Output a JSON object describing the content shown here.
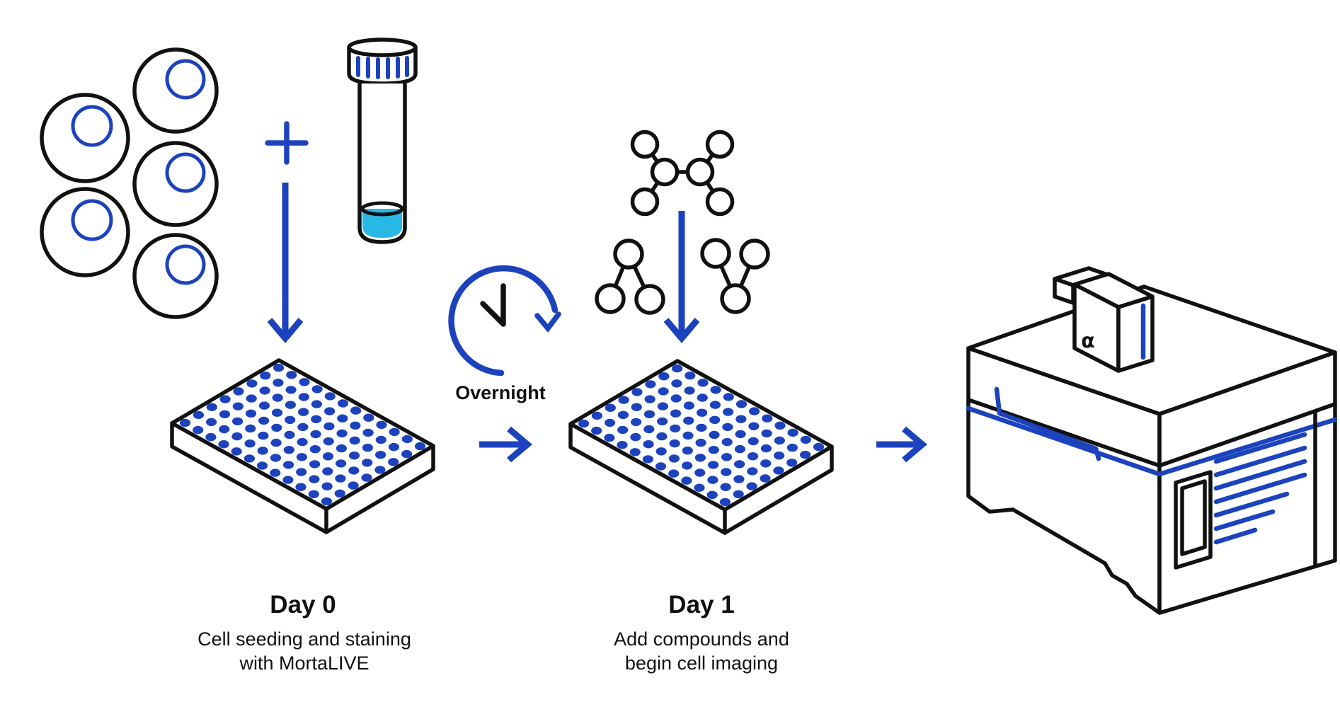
{
  "diagram": {
    "background": "#ffffff",
    "colors": {
      "blue": "#1c43bd",
      "cyan": "#29b7e6",
      "ink": "#111111"
    },
    "plate": {
      "rows": 8,
      "cols": 12
    },
    "overnight": {
      "label": "Overnight"
    },
    "machine": {
      "badge_glyph": "α"
    },
    "icons": {
      "cells": "cell-cluster-icon",
      "plus": "plus-icon",
      "tube": "reagent-tube-icon",
      "clock": "overnight-clock-icon",
      "molecules": "compound-molecules-icon",
      "plate": "96-well-plate-icon",
      "machine": "imaging-instrument-icon",
      "arrow": "arrow-icon"
    },
    "steps": [
      {
        "title": "Day 0",
        "caption_line1": "Cell seeding and staining",
        "caption_line2": "with MortaLIVE"
      },
      {
        "title": "Day 1",
        "caption_line1": "Add compounds and",
        "caption_line2": "begin cell imaging"
      }
    ]
  }
}
